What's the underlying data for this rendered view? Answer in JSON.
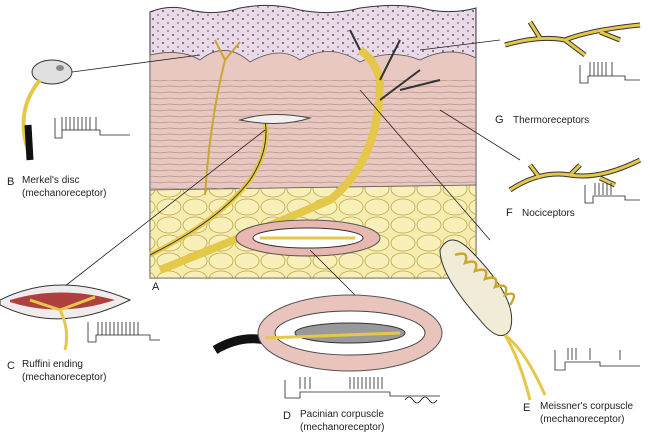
{
  "panel_label": "A",
  "receptors": {
    "merkel": {
      "letter": "B",
      "name": "Merkel's disc",
      "type": "(mechanoreceptor)"
    },
    "ruffini": {
      "letter": "C",
      "name": "Ruffini ending",
      "type": "(mechanoreceptor)"
    },
    "pacinian": {
      "letter": "D",
      "name": "Pacinian corpuscle",
      "type": "(mechanoreceptor)"
    },
    "meissner": {
      "letter": "E",
      "name": "Meissner's corpuscle",
      "type": "(mechanoreceptor)"
    },
    "nociceptors": {
      "letter": "F",
      "name": "Nociceptors"
    },
    "thermoreceptors": {
      "letter": "G",
      "name": "Thermoreceptors"
    }
  },
  "colors": {
    "epidermis": "#e9dfea",
    "dermis": "#e8c9c0",
    "fat": "#f5eaa0",
    "nerve": "#e5c84a",
    "capsule": "#e8b8b0"
  }
}
